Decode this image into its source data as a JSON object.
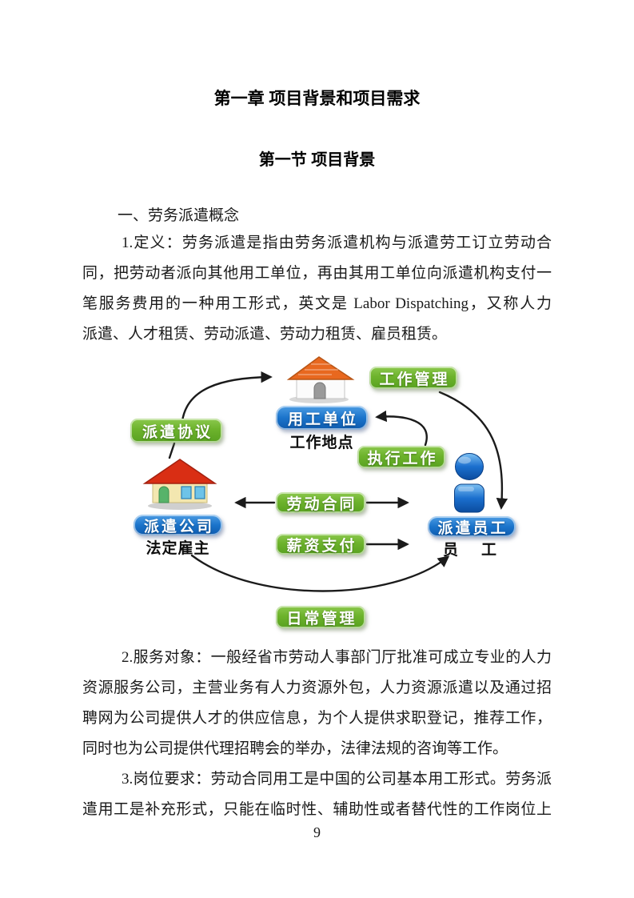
{
  "page": {
    "chapter_title": "第一章 项目背景和项目需求",
    "section_title": "第一节 项目背景",
    "page_number": "9"
  },
  "body": {
    "intro": "一、劳务派遣概念",
    "p1": [
      "1.定义：劳务派遣是指由劳务派遣机构与派遣劳工订立劳动合",
      "同，把劳动者派向其他用工单位，再由其用工单位向派遣机构支付一",
      "笔服务费用的一种用工形式，英文是 Labor Dispatching，又称人力",
      "派遣、人才租赁、劳动派遣、劳动力租赁、雇员租赁。"
    ],
    "p2": [
      "2.服务对象：一般经省市劳动人事部门厅批准可成立专业的人力",
      "资源服务公司，主营业务有人力资源外包，人力资源派遣以及通过招",
      "聘网为公司提供人才的供应信息，为个人提供求职登记，推荐工作，",
      "同时也为公司提供代理招聘会的举办，法律法规的咨询等工作。"
    ],
    "p3": [
      "3.岗位要求：劳动合同用工是中国的公司基本用工形式。劳务派",
      "遣用工是补充形式，只能在临时性、辅助性或者替代性的工作岗位上"
    ]
  },
  "diagram": {
    "work_management": "工作管理",
    "dispatch_agreement": "派遣协议",
    "employing_unit": "用工单位",
    "work_location": "工作地点",
    "execute_work": "执行工作",
    "labor_contract": "劳动合同",
    "dispatch_company": "派遣公司",
    "legal_employer": "法定雇主",
    "salary_payment": "薪资支付",
    "dispatched_employee": "派遣员工",
    "employee": "员　工",
    "daily_management": "日常管理",
    "colors": {
      "green_pill": "#6db32c",
      "blue_pill": "#1b74cb",
      "orange_roof": "#e8681f",
      "red_roof": "#d92e14",
      "person_blue": "#1b6fce",
      "arrow": "#1b1b1b"
    }
  }
}
